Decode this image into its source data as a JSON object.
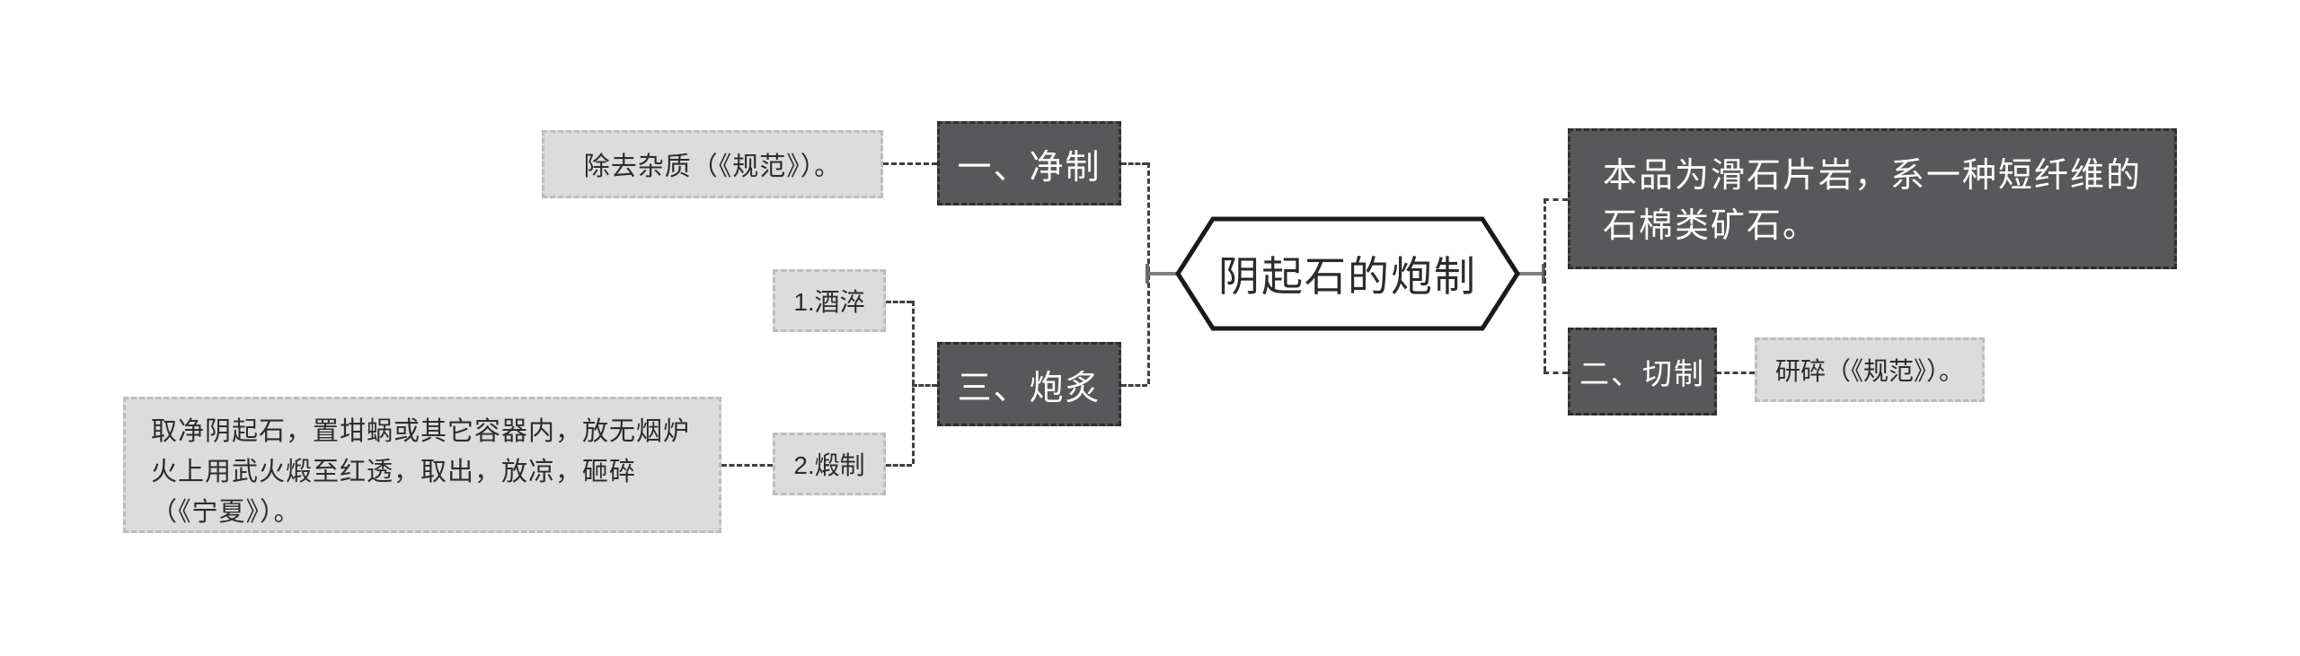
{
  "diagram": {
    "root": {
      "label": "阴起石的炮制"
    },
    "left_branch": {
      "jingzhi": {
        "label": "一、净制",
        "note": "除去杂质（《规范》）。"
      },
      "paozhi": {
        "label": "三、炮炙",
        "children": [
          {
            "label": "1.酒淬"
          },
          {
            "label": "2.煅制",
            "note": "取净阴起石，置坩蜗或其它容器内，放无烟炉火上用武火煅至红透，取出，放凉，砸碎（《宁夏》）。"
          }
        ]
      }
    },
    "right_branch": {
      "benpin": {
        "label": "本品为滑石片岩，系一种短纤维的石棉类矿石。"
      },
      "qiezhi": {
        "label": "二、切制",
        "note": "研碎（《规范》）。"
      }
    },
    "colors": {
      "dark_node_bg": "#58585a",
      "light_node_bg": "#dcdcdc",
      "dark_node_text": "#ffffff",
      "light_node_text": "#2d2d2d",
      "connector": "#404040",
      "solid_connector": "#7f7f7f",
      "hexagon_border": "#1a1a1a"
    }
  }
}
